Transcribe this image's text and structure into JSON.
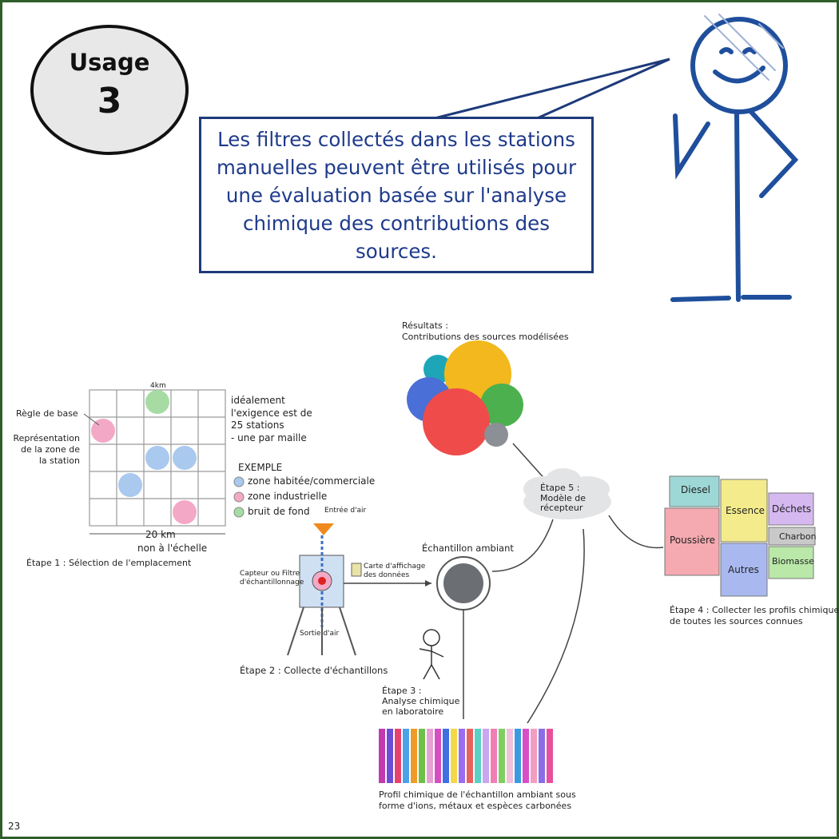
{
  "badge": {
    "word": "Usage",
    "number": "3"
  },
  "speech": "Les filtres collectés dans les stations manuelles peuvent être utilisés pour une évaluation basée sur l'analyse chimique des contributions des sources.",
  "page_number": "23",
  "step1": {
    "km4": "4km",
    "rule": "Règle de base",
    "rep": [
      "Représentation",
      "de la zone de",
      "la station"
    ],
    "ideal": [
      "idéalement",
      "l'exigence est de",
      "25 stations",
      "- une par maille"
    ],
    "example": "EXEMPLE",
    "legend": [
      "zone habitée/commerciale",
      "zone industrielle",
      "bruit de fond"
    ],
    "km20": "20 km",
    "scale": "non à l'échelle",
    "title": "Étape 1 : Sélection de l'emplacement"
  },
  "step2": {
    "air_in": "Entrée d'air",
    "sensor": [
      "Capteur ou Filtre",
      "d'échantillonnage"
    ],
    "card": [
      "Carte d'affichage",
      "des données"
    ],
    "air_out": "Sortie d'air",
    "title": "Étape 2 : Collecte d'échantillons"
  },
  "sample": "Échantillon ambiant",
  "step3": {
    "title": [
      "Étape 3 :",
      "Analyse chimique",
      "en laboratoire"
    ],
    "profile": [
      "Profil chimique de l'échantillon ambiant sous",
      "forme d'ions, métaux et espèces carbonées"
    ]
  },
  "step5": [
    "Étape 5 :",
    "Modèle de",
    "récepteur"
  ],
  "results": [
    "Résultats :",
    "Contributions des sources modélisées"
  ],
  "step4": {
    "sources": [
      "Diesel",
      "Essence",
      "Déchets",
      "Poussière",
      "Charbon",
      "Autres",
      "Biomasse"
    ],
    "title": [
      "Étape 4 : Collecter les profils chimique",
      "de toutes les sources connues"
    ]
  },
  "colors": {
    "blue_zone": "#a9c9ee",
    "pink_zone": "#f3a9c6",
    "green_zone": "#a6dca3",
    "text_blue": "#1e3a8a",
    "frame": "#2f5e2a"
  }
}
